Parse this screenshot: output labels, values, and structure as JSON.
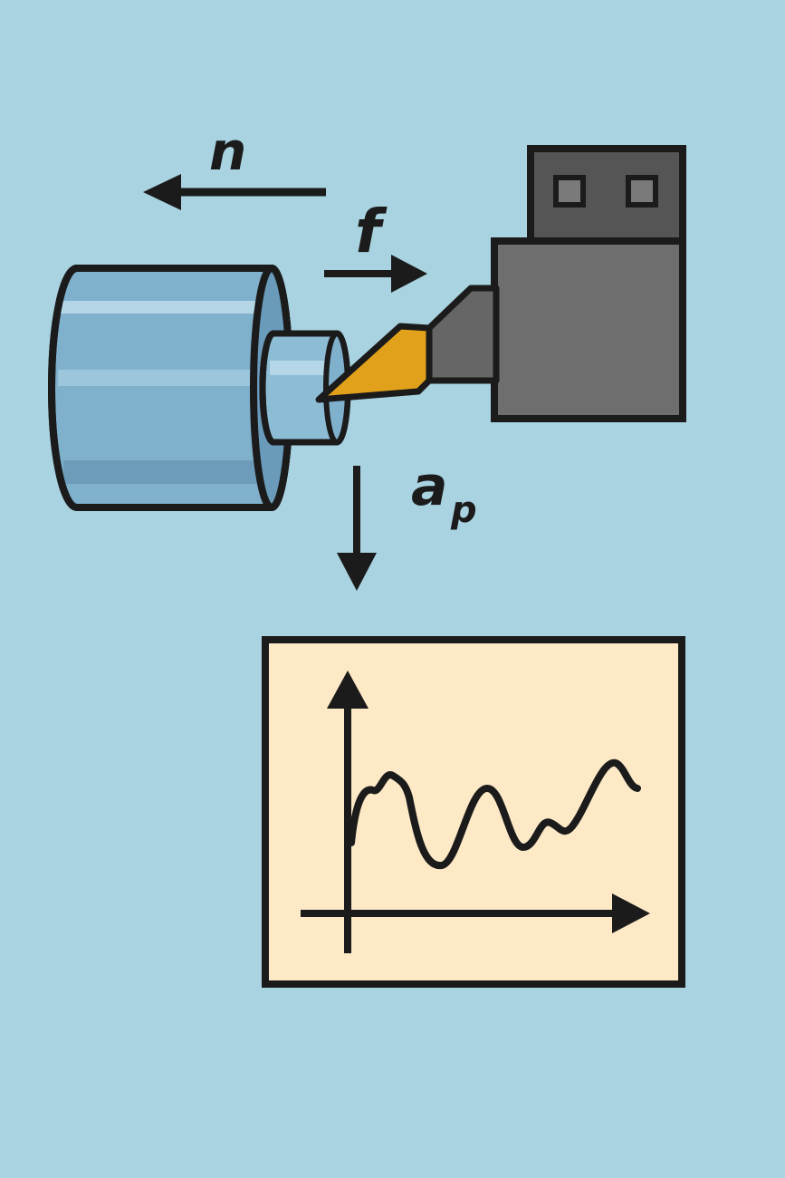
{
  "labels": {
    "spindle_speed_symbol": "n",
    "feed_symbol": "f",
    "depth_of_cut_symbol": "a",
    "depth_of_cut_subscript": "p"
  },
  "colors": {
    "background": "#a9d3e1",
    "outline": "#1b1b1b",
    "workpiece": "#7fb0cc",
    "workpiece_highlight": "#b4d6e6",
    "workpiece_shadow": "#5f8fae",
    "cutting_insert": "#e2a11a",
    "tool_holder": "#6e6e6e",
    "tool_block_top": "#555555",
    "chart_panel": "#fde9c6"
  },
  "icons": {
    "spindle_rotation_arrow": "arrow-left-icon",
    "feed_arrow": "arrow-right-icon",
    "depth_arrow": "arrow-down-icon"
  }
}
